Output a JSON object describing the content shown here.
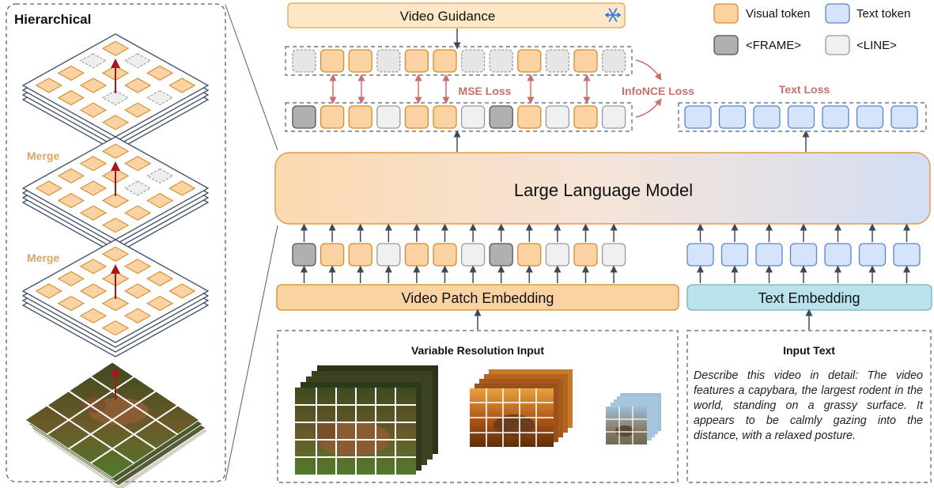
{
  "hierarchical": {
    "title": "Hierarchical",
    "merge_label": "Merge"
  },
  "video_guidance": {
    "label": "Video Guidance"
  },
  "legend": {
    "visual_token": "Visual token",
    "text_token": "Text token",
    "frame": "<FRAME>",
    "line": "<LINE>"
  },
  "losses": {
    "mse": "MSE Loss",
    "infonce": "InfoNCE Loss",
    "text": "Text Loss"
  },
  "llm": {
    "label": "Large Language Model"
  },
  "video_patch_embedding": {
    "label": "Video Patch Embedding"
  },
  "text_embedding": {
    "label": "Text Embedding"
  },
  "variable_input": {
    "title": "Variable Resolution Input"
  },
  "input_text": {
    "title": "Input Text",
    "body": "Describe this video in detail: The video features a capybara, the largest rodent in the world, standing on a grassy surface. It appears to be calmly gazing into the distance, with a relaxed posture."
  },
  "token_sequences": {
    "guidance_row": [
      "masked",
      "visual",
      "visual",
      "masked",
      "visual",
      "visual",
      "masked",
      "masked",
      "visual",
      "masked",
      "visual",
      "masked"
    ],
    "output_row": [
      "frame",
      "visual",
      "visual",
      "line",
      "visual",
      "visual",
      "line",
      "frame",
      "visual",
      "line",
      "visual",
      "line"
    ],
    "input_row": [
      "frame",
      "visual",
      "visual",
      "line",
      "visual",
      "visual",
      "line",
      "frame",
      "visual",
      "line",
      "visual",
      "line"
    ],
    "text_tokens": 7
  },
  "colors": {
    "visual_fill": "#fbd3a3",
    "visual_stroke": "#d88a2c",
    "text_fill": "#d5e4fb",
    "text_stroke": "#5b86c8",
    "frame_fill": "#b0b0b0",
    "line_fill": "#f0f0f0",
    "loss_text": "#c8706b",
    "merge_text": "#d9a66b",
    "text_embed_fill": "#b9e2ea",
    "text_embed_stroke": "#6fb0c0",
    "guidance_fill": "#fde7c6",
    "guidance_stroke": "#e6a545"
  },
  "icons": {
    "frozen": "snowflake-icon"
  }
}
